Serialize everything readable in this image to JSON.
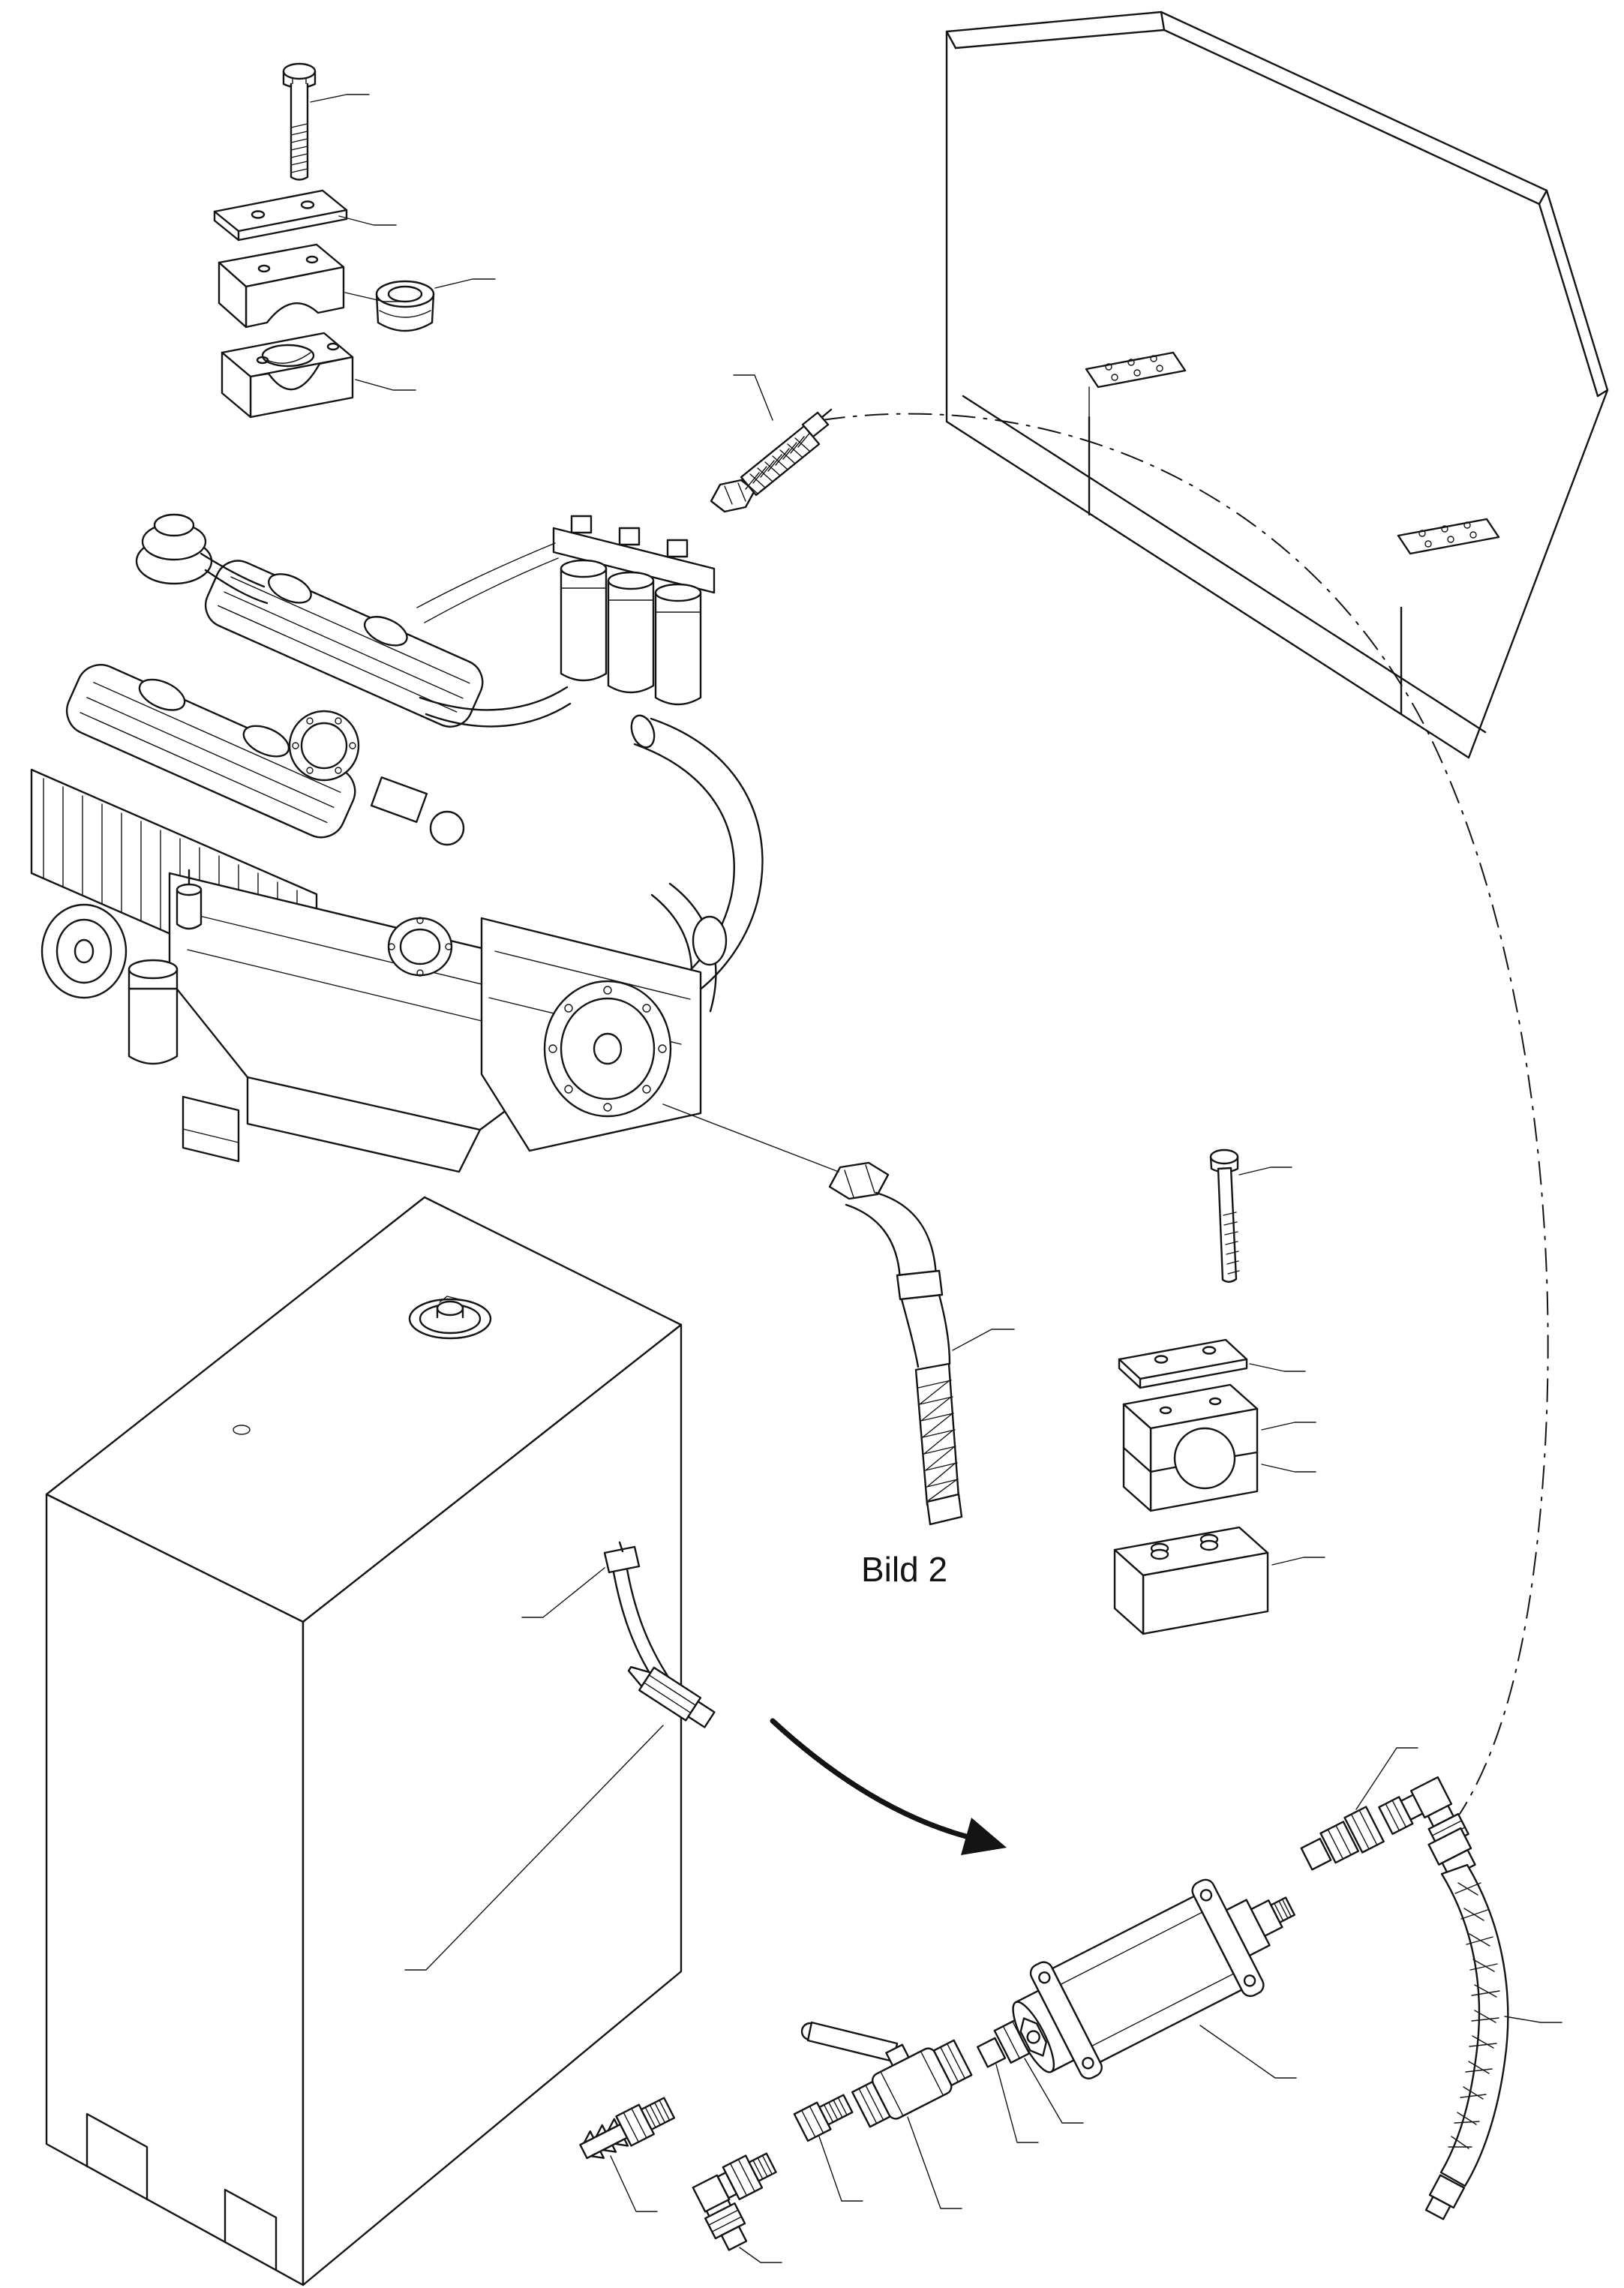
{
  "figure": {
    "label": "Bild 2",
    "type": "exploded-parts-diagram",
    "background": "#ffffff",
    "line_color": "#141414"
  },
  "parts": [
    {
      "id": "hex-bolt-top-left",
      "label": "hex bolt"
    },
    {
      "id": "clamp-cover-plate-top-left",
      "label": "clamp cover plate"
    },
    {
      "id": "clamp-half-upper",
      "label": "clamp half (upper)"
    },
    {
      "id": "hose-grommet",
      "label": "grommet"
    },
    {
      "id": "clamp-half-lower",
      "label": "clamp half (lower)"
    },
    {
      "id": "mounting-panel",
      "label": "mounting panel"
    },
    {
      "id": "engine",
      "label": "diesel engine"
    },
    {
      "id": "fuel-tank",
      "label": "tank"
    },
    {
      "id": "tank-hose-fitting",
      "label": "tank fitting with hose"
    },
    {
      "id": "braided-hose-upper",
      "label": "braided hose (upper)"
    },
    {
      "id": "routing-path",
      "label": "hose routing path"
    },
    {
      "id": "suction-hose",
      "label": "suction hose"
    },
    {
      "id": "hex-bolt-right",
      "label": "hex bolt"
    },
    {
      "id": "clamp-cover-plate-right",
      "label": "clamp cover plate"
    },
    {
      "id": "pipe-clamp-right",
      "label": "pipe clamp"
    },
    {
      "id": "clamp-base-block",
      "label": "clamp base block"
    },
    {
      "id": "direction-arrow",
      "label": "installation arrow"
    },
    {
      "id": "hose-barb-fitting",
      "label": "hose nipple"
    },
    {
      "id": "elbow-fitting-left",
      "label": "elbow fitting"
    },
    {
      "id": "reducer-nipple",
      "label": "reducer nipple"
    },
    {
      "id": "ball-valve",
      "label": "ball valve with lever"
    },
    {
      "id": "adapter-fittings",
      "label": "adapter fittings"
    },
    {
      "id": "hand-pump",
      "label": "pump"
    },
    {
      "id": "union-fittings-right",
      "label": "union fittings"
    },
    {
      "id": "elbow-fitting-right",
      "label": "elbow fitting"
    },
    {
      "id": "braided-hose-lower",
      "label": "braided hose (lower)"
    }
  ]
}
